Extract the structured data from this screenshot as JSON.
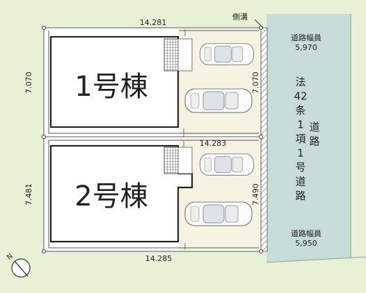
{
  "dimensions": {
    "top": "14.281",
    "bottom": "14.285",
    "middle": "14.283",
    "left_lot1": "7.070",
    "right_lot1": "7.070",
    "left_lot2": "7.481",
    "right_lot2": "7.490"
  },
  "buildings": {
    "lot1": "1号棟",
    "lot2": "2号棟"
  },
  "labels": {
    "side_ditch": "側溝",
    "road_width_top_title": "道路幅員",
    "road_width_top_value": "5,970",
    "road_width_bottom_title": "道路幅員",
    "road_width_bottom_value": "5,950",
    "road_type_col1": [
      "法",
      "42",
      "条",
      "1",
      "項",
      "1",
      "号",
      "道",
      "路"
    ],
    "road_type_col2": [
      "道",
      "路"
    ],
    "compass_north": "N"
  },
  "colors": {
    "background": "#e7f1d6",
    "lot_fill": "#ffffff",
    "parking_fill": "#f6f3e2",
    "road_fill": "#c7dcd6",
    "building_stroke": "#222222"
  }
}
